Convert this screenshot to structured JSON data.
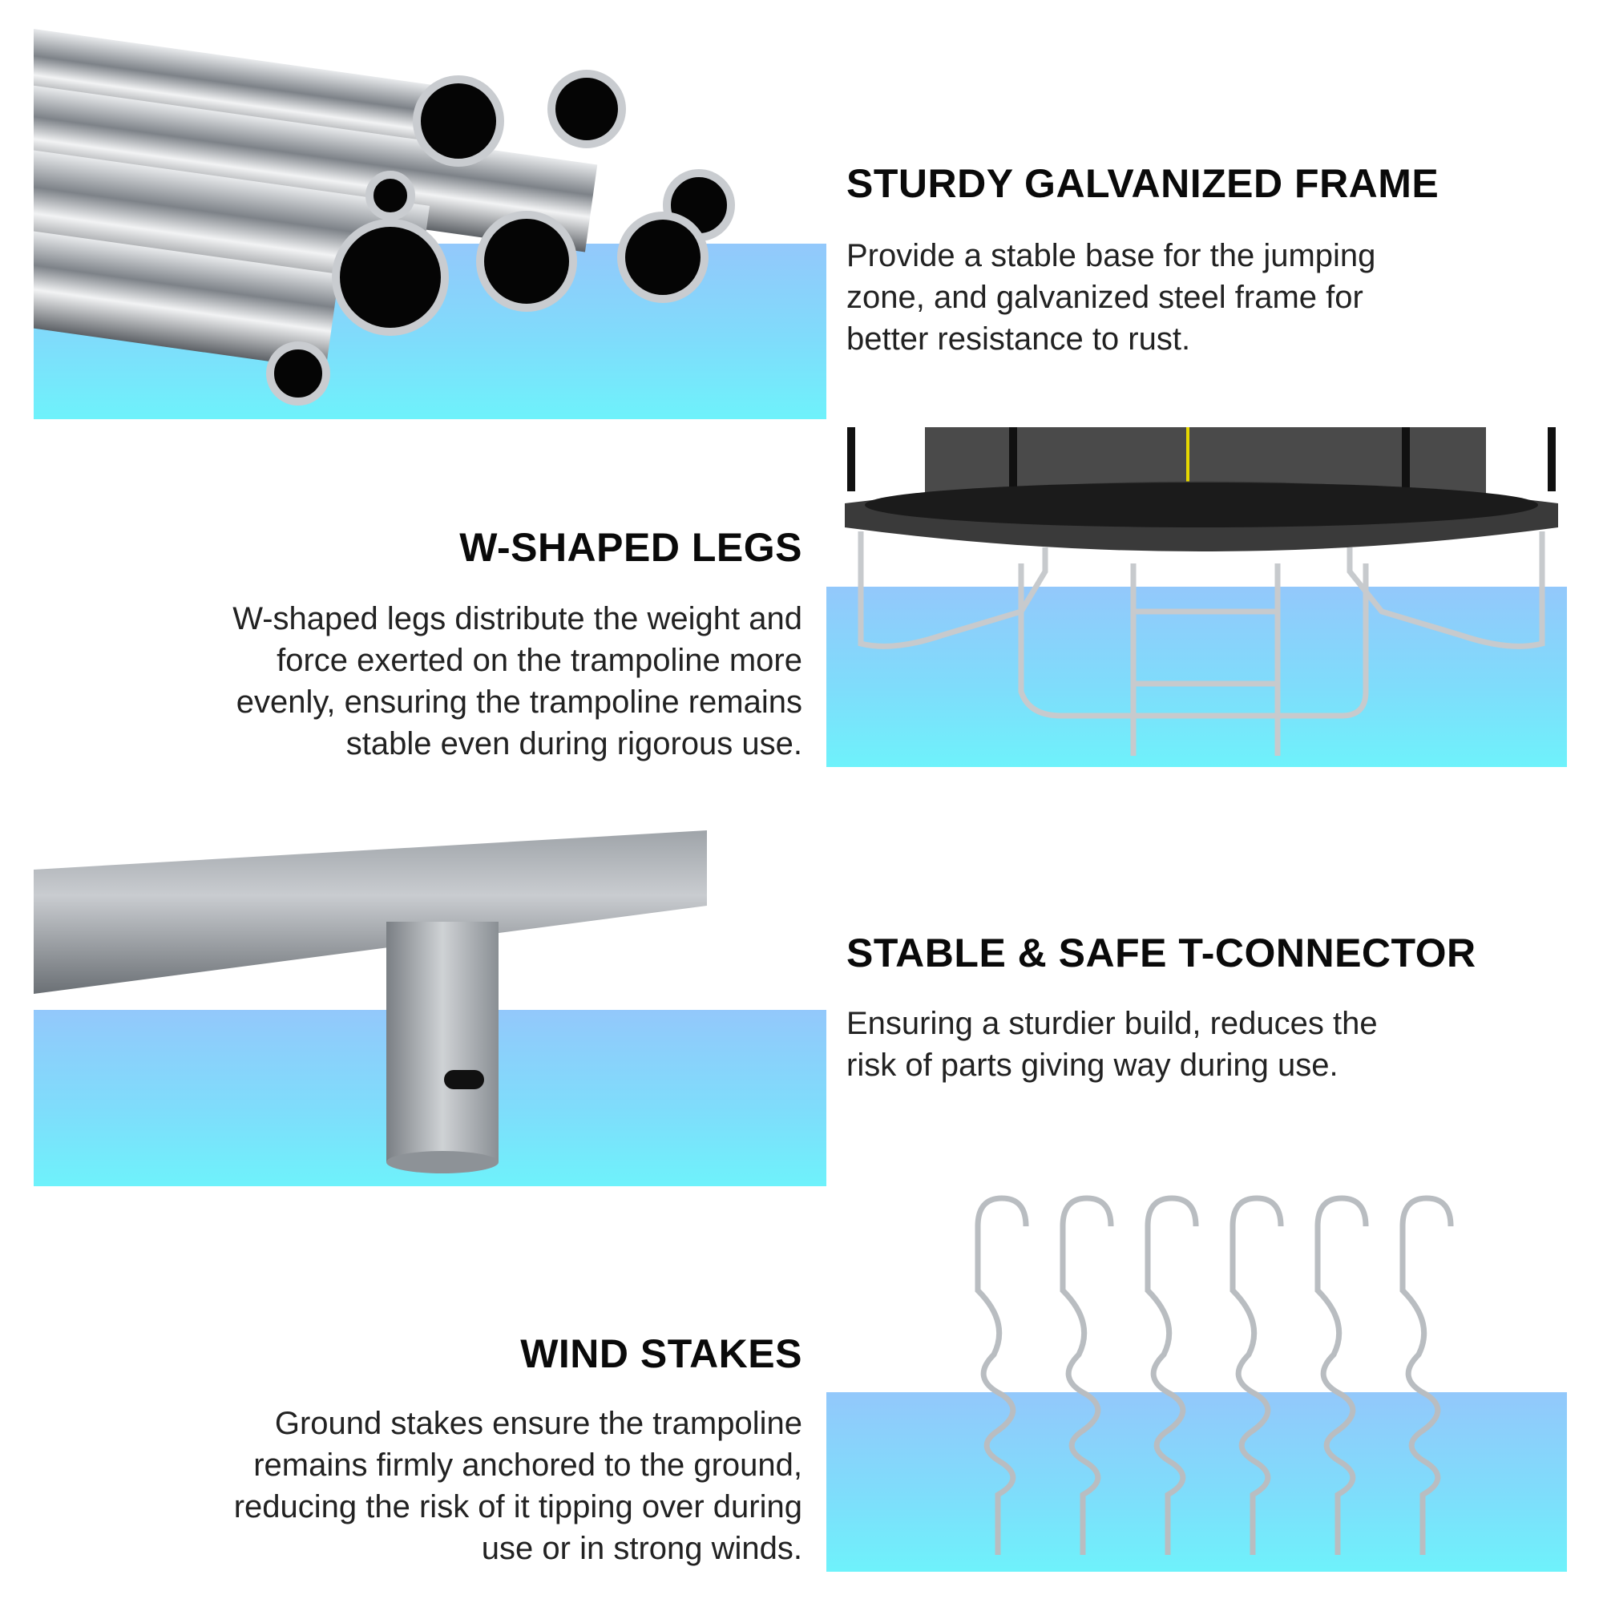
{
  "features": [
    {
      "title": "STURDY GALVANIZED FRAME",
      "lines": [
        "Provide a stable base for the jumping",
        "zone, and galvanized steel frame for",
        "better resistance to rust."
      ]
    },
    {
      "title": "W-SHAPED LEGS",
      "lines": [
        "W-shaped legs distribute the weight and",
        "force exerted on the trampoline more",
        "evenly, ensuring the trampoline remains",
        "stable even during rigorous use."
      ]
    },
    {
      "title": "STABLE & SAFE T-CONNECTOR",
      "lines": [
        "Ensuring a sturdier build, reduces the",
        "risk of parts giving way during use."
      ]
    },
    {
      "title": "WIND STAKES",
      "lines": [
        "Ground stakes ensure the trampoline",
        "remains firmly anchored to the ground,",
        "reducing the risk of it tipping over during",
        "use or in strong winds."
      ]
    }
  ],
  "colors": {
    "bg_top": "#93c8fb",
    "bg_bottom": "#6ef2fb",
    "metal": "#b8bcc0"
  }
}
